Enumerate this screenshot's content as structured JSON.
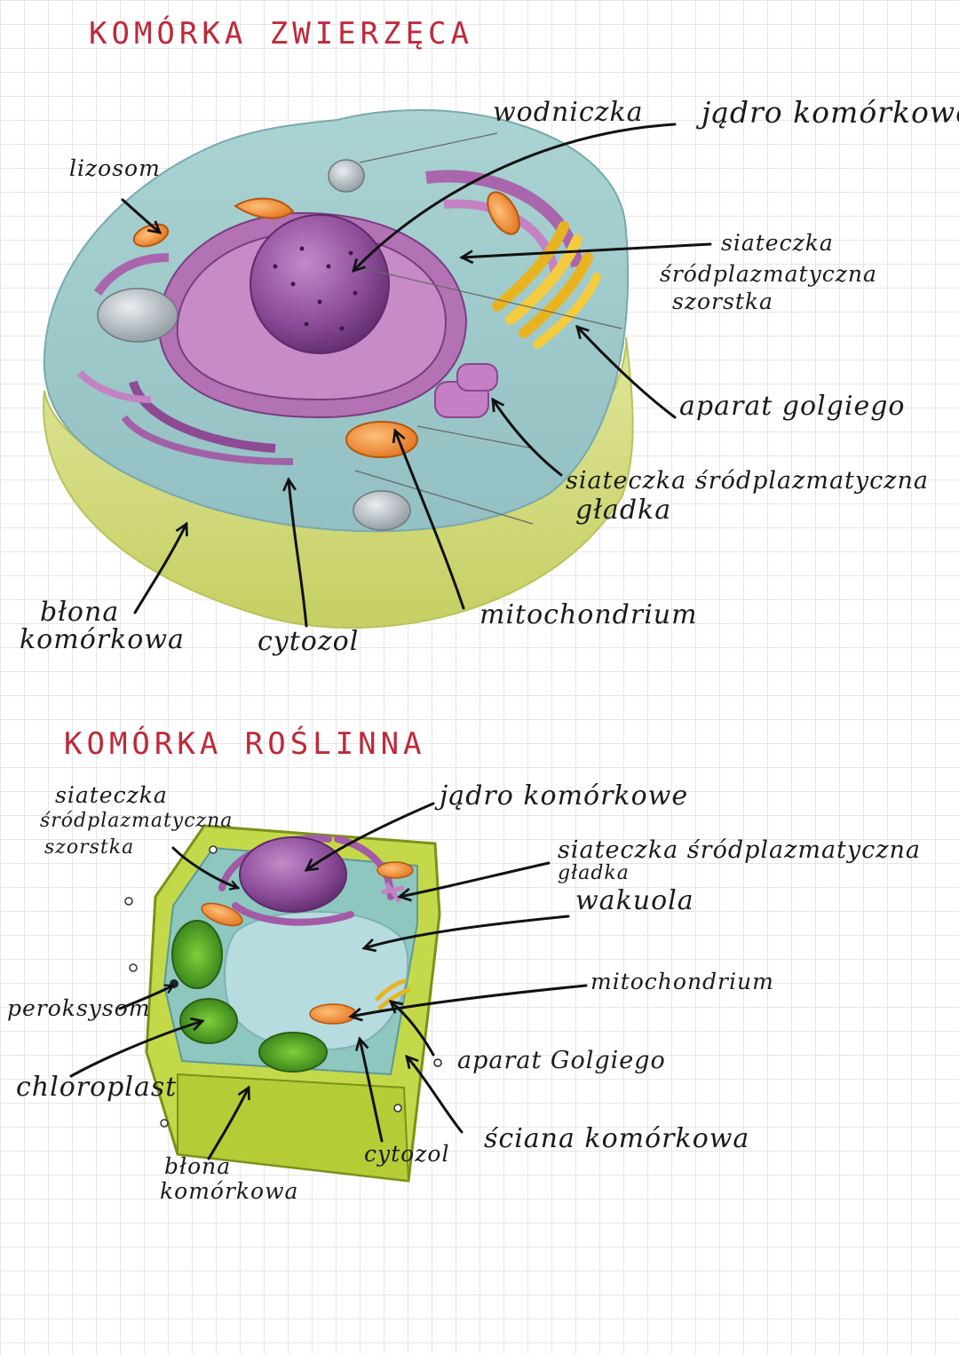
{
  "animal": {
    "title": "KOMÓRKA ZWIERZĘCA",
    "labels": {
      "wodniczka": "wodniczka",
      "jadro": "jądro komórkowe",
      "lizosom": "lizosom",
      "er_rough_1": "siateczka",
      "er_rough_2": "śródplazmatyczna",
      "er_rough_3": "szorstka",
      "golgi": "aparat golgiego",
      "er_smooth_1": "siateczka śródplazmatyczna",
      "er_smooth_2": "gładka",
      "membrane_1": "błona",
      "membrane_2": "komórkowa",
      "cytosol": "cytozol",
      "mitochondrium": "mitochondrium"
    }
  },
  "plant": {
    "title": "KOMÓRKA ROŚLINNA",
    "labels": {
      "er_rough_1": "siateczka",
      "er_rough_2": "śródplazmatyczna",
      "er_rough_3": "szorstka",
      "jadro": "jądro komórkowe",
      "er_smooth_1": "siateczka śródplazmatyczna",
      "er_smooth_2": "gładka",
      "wakuola": "wakuola",
      "peroksysom": "peroksysom",
      "mitochondrium": "mitochondrium",
      "chloroplast": "chloroplast",
      "golgi": "aparat Golgiego",
      "cytosol": "cytozol",
      "wall": "ściana komórkowa",
      "membrane_1": "błona",
      "membrane_2": "komórkowa"
    }
  }
}
